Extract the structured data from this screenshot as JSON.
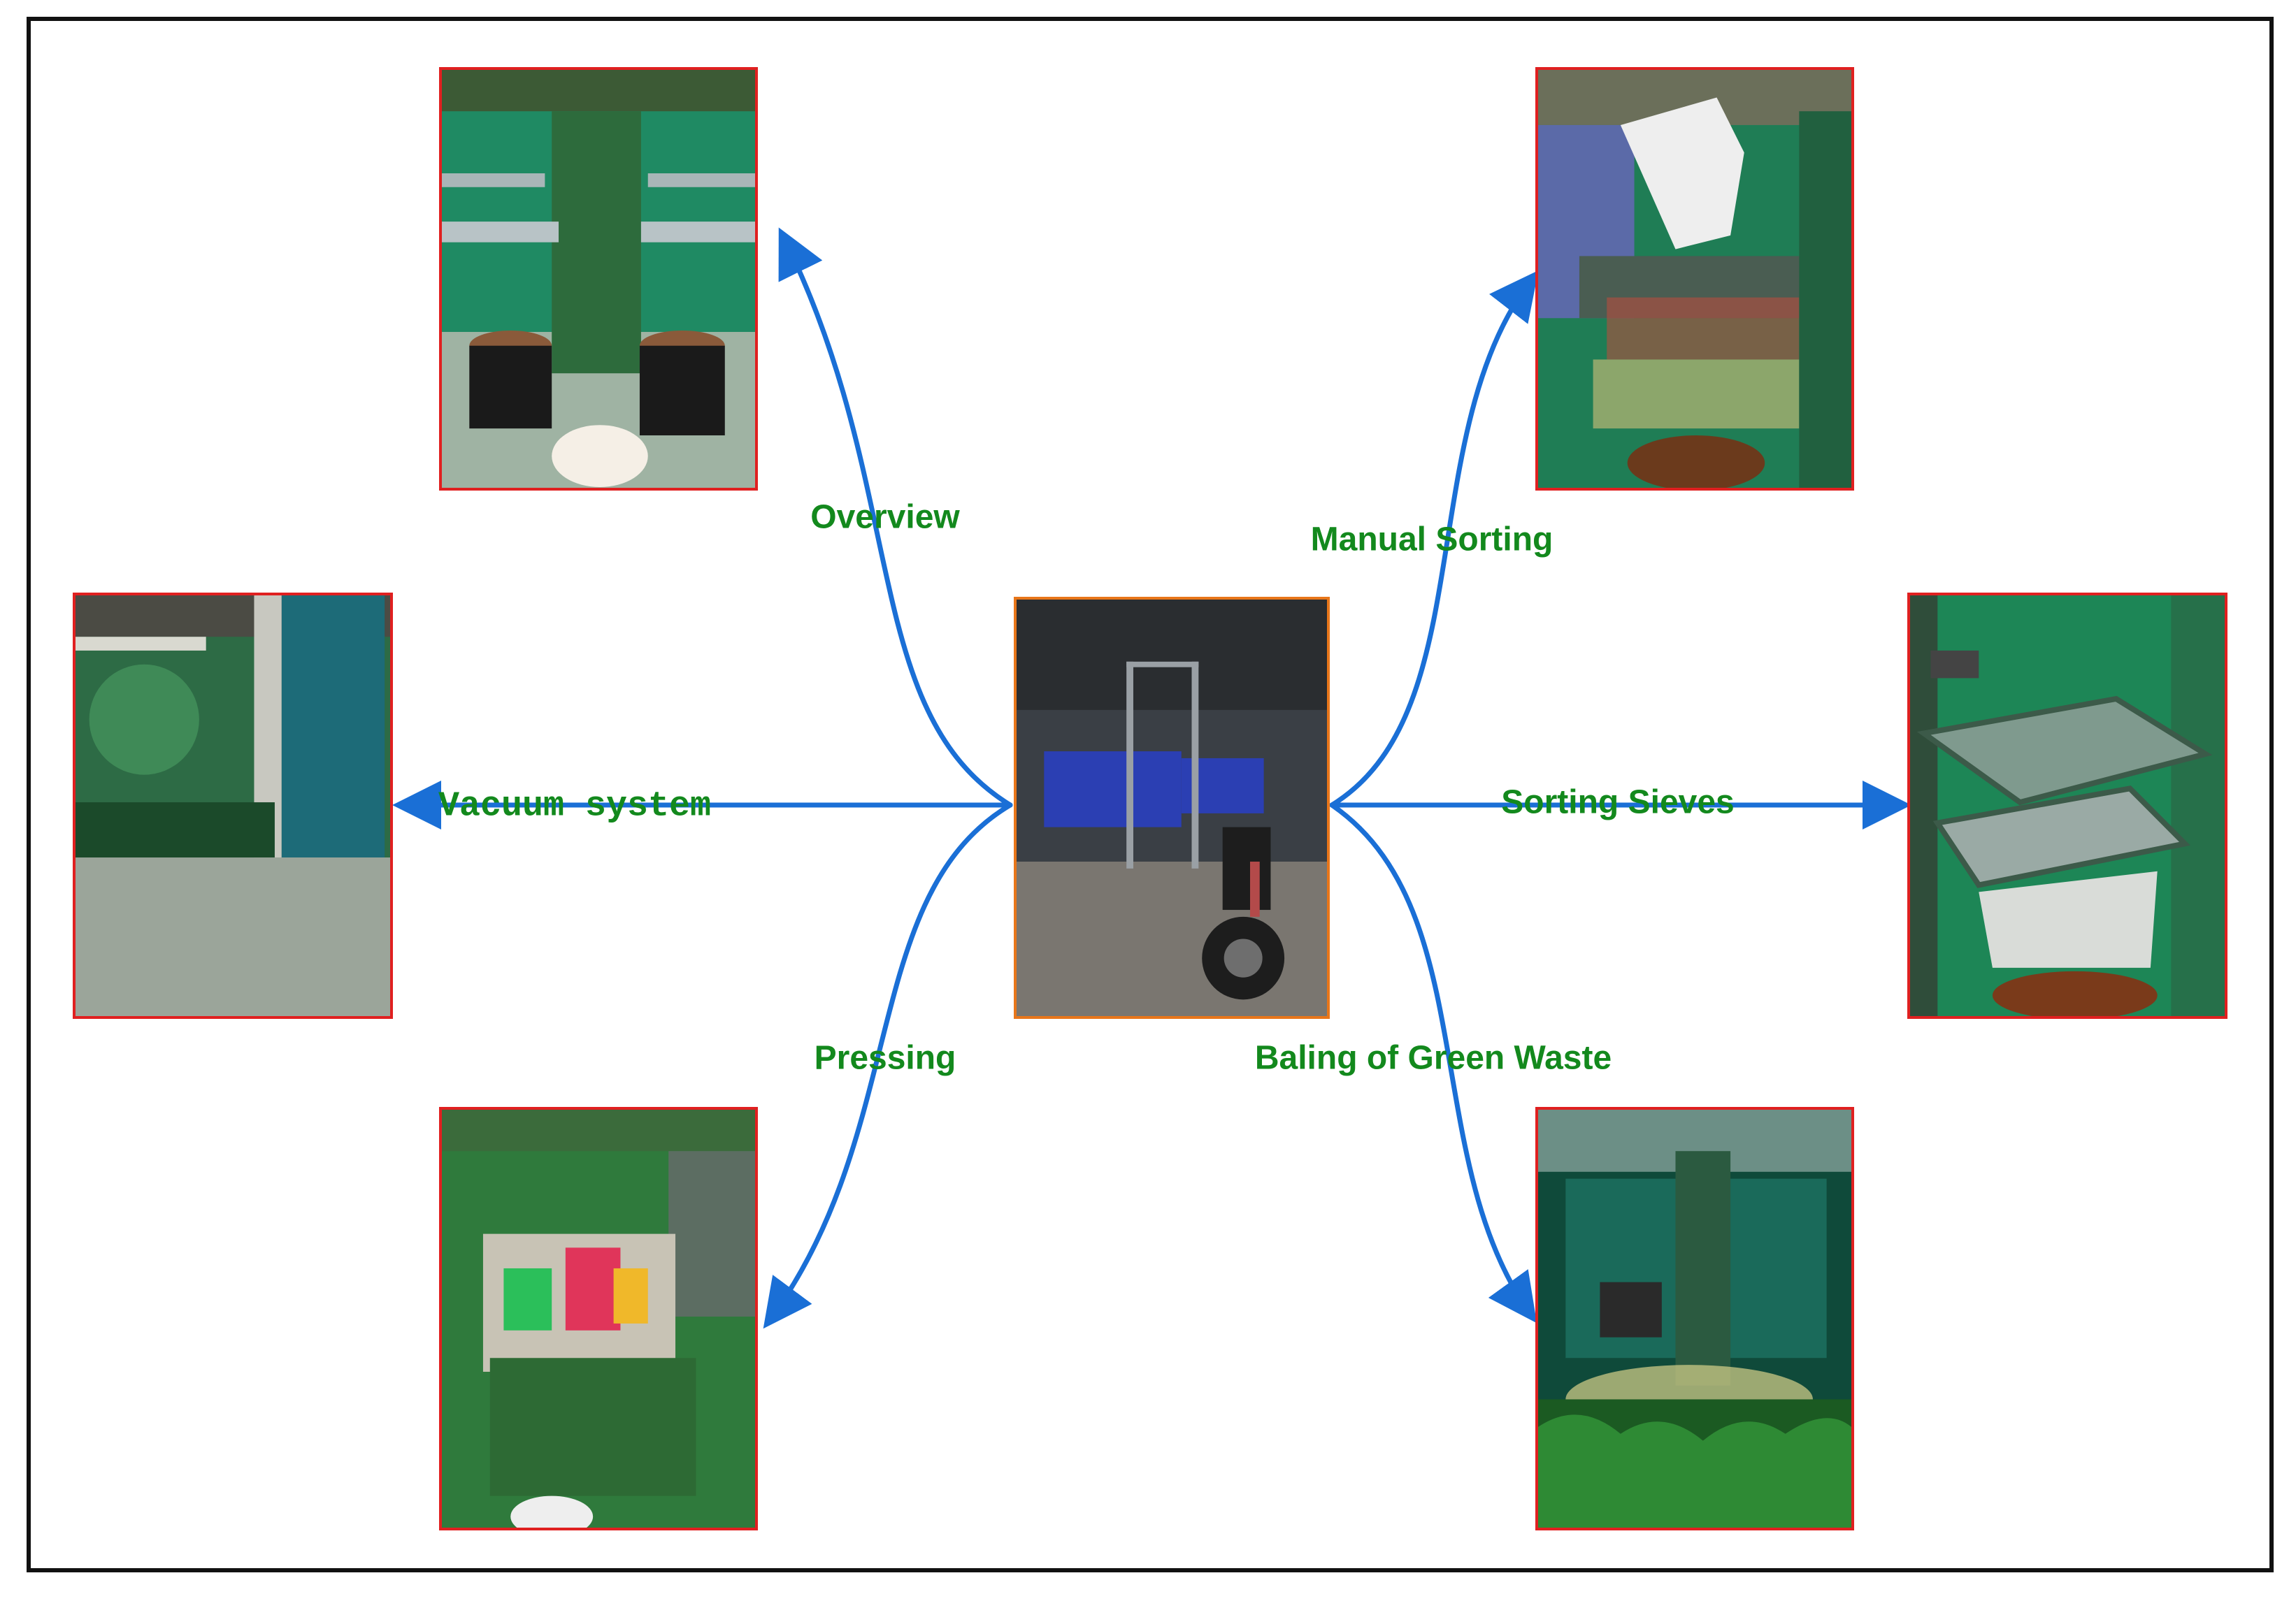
{
  "diagram": {
    "center": {
      "name": "cargo-tricycle-photo"
    },
    "branches": [
      {
        "id": "overview",
        "label": "Overview"
      },
      {
        "id": "manual-sorting",
        "label": "Manual Sorting"
      },
      {
        "id": "vacuum-system",
        "label": "Vacuum system"
      },
      {
        "id": "sorting-sieves",
        "label": "Sorting Sieves"
      },
      {
        "id": "pressing",
        "label": "Pressing"
      },
      {
        "id": "baling",
        "label": "Baling of Green Waste"
      }
    ],
    "colors": {
      "arrow": "#1a6fd6",
      "label": "#13891d",
      "photo_border": "#e02020",
      "center_border": "#e8761a",
      "frame": "#111111"
    }
  }
}
